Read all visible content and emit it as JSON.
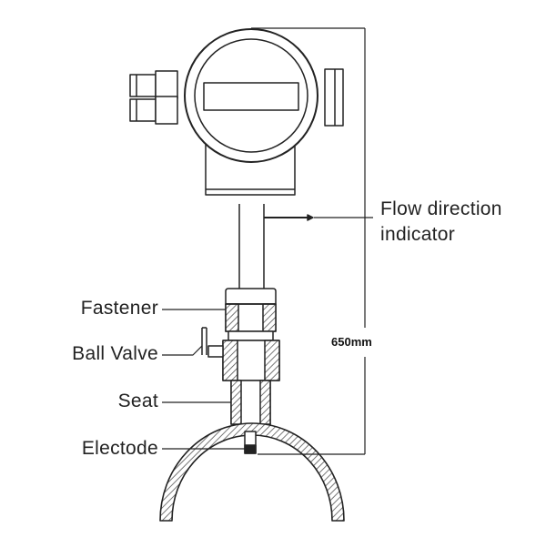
{
  "labels": {
    "flow_direction_line1": "Flow direction",
    "flow_direction_line2": "indicator",
    "fastener": "Fastener",
    "ball_valve": "Ball Valve",
    "seat": "Seat",
    "electrode": "Electode"
  },
  "dimension": {
    "length": "650mm"
  },
  "colors": {
    "line": "#222222",
    "hatch": "#555555",
    "background": "#ffffff"
  }
}
